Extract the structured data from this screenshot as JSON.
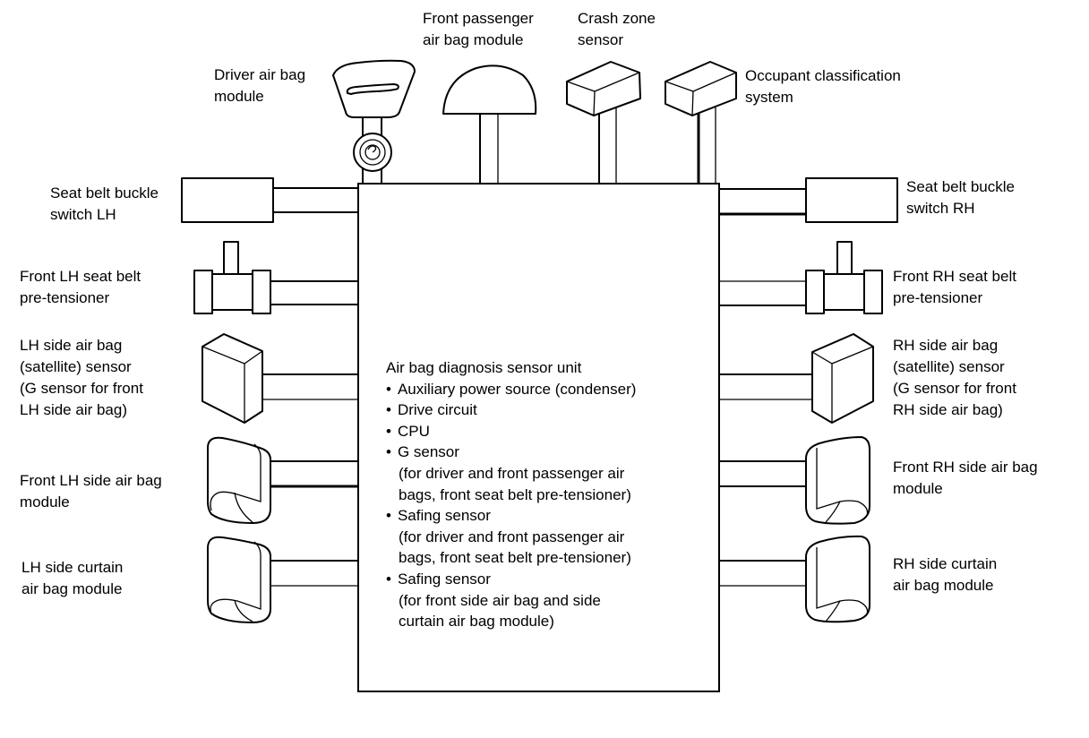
{
  "diagram": {
    "type": "component-layout",
    "central_unit": {
      "title": "Air bag diagnosis sensor unit",
      "items": [
        {
          "label": "Auxiliary power source (condenser)",
          "detail": []
        },
        {
          "label": "Drive circuit",
          "detail": []
        },
        {
          "label": "CPU",
          "detail": []
        },
        {
          "label": "G sensor",
          "detail": [
            "(for driver and front passenger air",
            "bags, front seat belt pre-tensioner)"
          ]
        },
        {
          "label": "Safing sensor",
          "detail": [
            "(for driver and front passenger air",
            "bags, front seat belt pre-tensioner)"
          ]
        },
        {
          "label": "Safing sensor",
          "detail": [
            "(for front side air bag and side",
            "curtain air bag module)"
          ]
        }
      ]
    },
    "components": {
      "driver_airbag": {
        "lines": [
          "Driver air bag",
          "module"
        ],
        "icon": "steering-wheel-airbag-icon"
      },
      "passenger_airbag": {
        "lines": [
          "Front passenger",
          "air bag module"
        ],
        "icon": "dome-airbag-icon"
      },
      "crash_zone_sensor": {
        "lines": [
          "Crash zone",
          "sensor"
        ],
        "icon": "box-sensor-icon"
      },
      "occupant_classification": {
        "lines": [
          "Occupant classification",
          "system"
        ],
        "icon": "box-sensor-icon"
      },
      "buckle_lh": {
        "lines": [
          "Seat belt buckle",
          "switch LH"
        ],
        "icon": "buckle-switch-icon"
      },
      "buckle_rh": {
        "lines": [
          "Seat belt buckle",
          "switch RH"
        ],
        "icon": "buckle-switch-icon"
      },
      "pretensioner_lh": {
        "lines": [
          "Front LH seat belt",
          "pre-tensioner"
        ],
        "icon": "pretensioner-icon"
      },
      "pretensioner_rh": {
        "lines": [
          "Front RH seat belt",
          "pre-tensioner"
        ],
        "icon": "pretensioner-icon"
      },
      "satellite_lh": {
        "lines": [
          "LH side air bag",
          "(satellite) sensor",
          "(G sensor for front",
          "LH side air bag)"
        ],
        "icon": "satellite-sensor-icon"
      },
      "satellite_rh": {
        "lines": [
          "RH side air bag",
          "(satellite) sensor",
          "(G sensor for front",
          "RH side air bag)"
        ],
        "icon": "satellite-sensor-icon"
      },
      "side_airbag_lh": {
        "lines": [
          "Front LH side air bag",
          "module"
        ],
        "icon": "side-airbag-module-icon"
      },
      "side_airbag_rh": {
        "lines": [
          "Front RH side air bag",
          "module"
        ],
        "icon": "side-airbag-module-icon"
      },
      "curtain_lh": {
        "lines": [
          "LH side curtain",
          "air bag module"
        ],
        "icon": "curtain-airbag-module-icon"
      },
      "curtain_rh": {
        "lines": [
          "RH side curtain",
          "air bag module"
        ],
        "icon": "curtain-airbag-module-icon"
      }
    }
  }
}
